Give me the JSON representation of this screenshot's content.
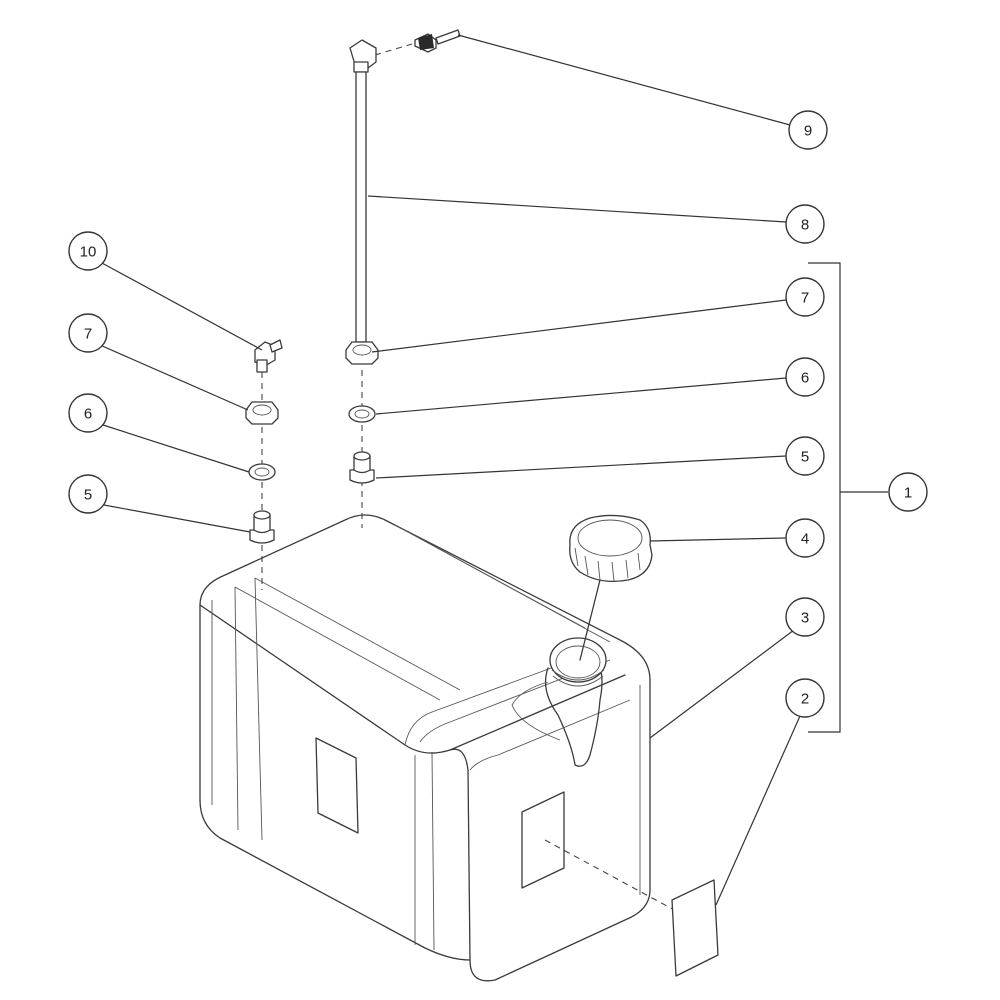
{
  "callouts": {
    "c1": "1",
    "c2": "2",
    "c3": "3",
    "c4": "4",
    "c5_left": "5",
    "c5_right": "5",
    "c6_left": "6",
    "c6_right": "6",
    "c7_left": "7",
    "c7_right": "7",
    "c8": "8",
    "c9": "9",
    "c10": "10"
  }
}
